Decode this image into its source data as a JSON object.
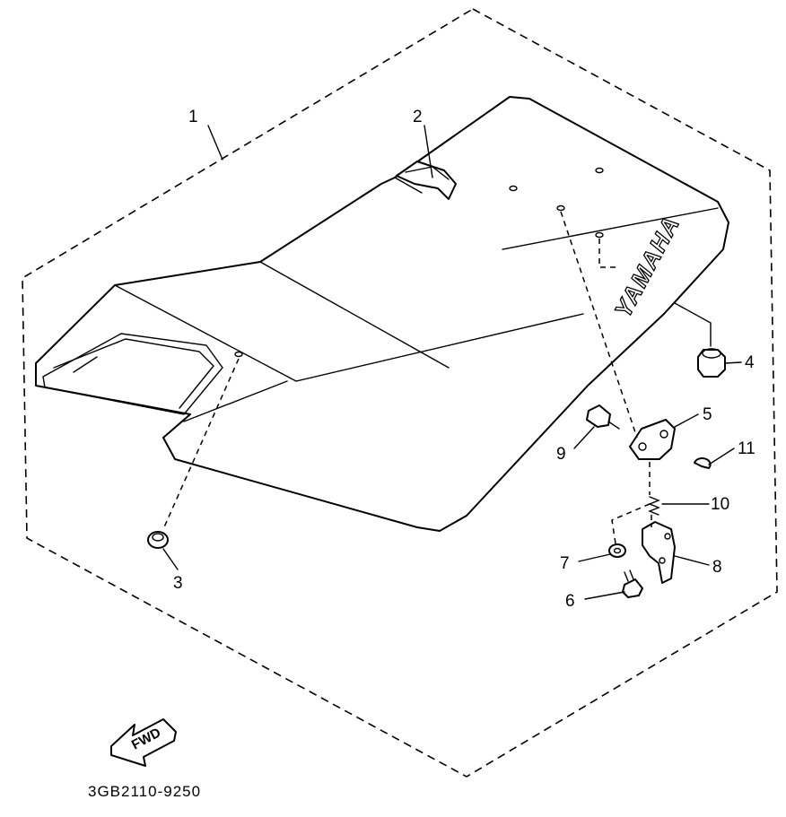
{
  "diagram": {
    "brand_text": "YAMAHA",
    "direction_label": "FWD",
    "part_code": "3GB2110-9250",
    "callouts": [
      {
        "id": "1",
        "label": "1"
      },
      {
        "id": "2",
        "label": "2"
      },
      {
        "id": "3",
        "label": "3"
      },
      {
        "id": "4",
        "label": "4"
      },
      {
        "id": "5",
        "label": "5"
      },
      {
        "id": "6",
        "label": "6"
      },
      {
        "id": "7",
        "label": "7"
      },
      {
        "id": "8",
        "label": "8"
      },
      {
        "id": "9",
        "label": "9"
      },
      {
        "id": "10",
        "label": "10"
      },
      {
        "id": "11",
        "label": "11"
      }
    ]
  }
}
